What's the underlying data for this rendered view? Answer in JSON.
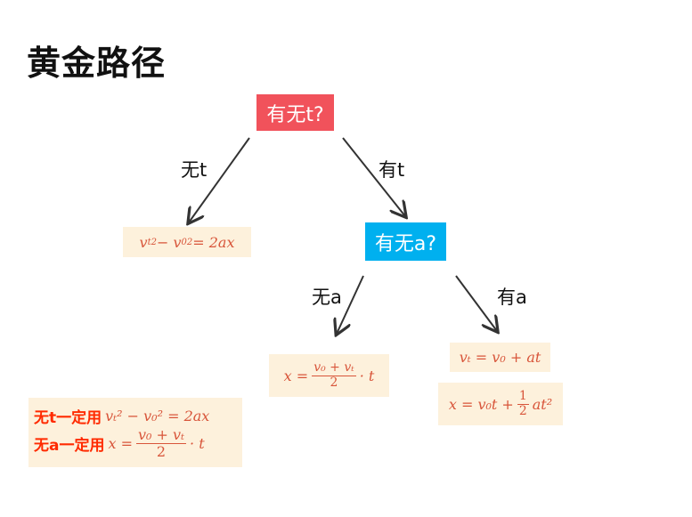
{
  "title": "黄金路径",
  "nodes": {
    "root": "有无t?",
    "second": "有无a?"
  },
  "edges": {
    "no_t": "无t",
    "has_t": "有t",
    "no_a": "无a",
    "has_a": "有a"
  },
  "formulas": {
    "no_t": {
      "lhs": "v",
      "s1": "t",
      "p1": "2",
      "mid": " − v",
      "s2": "0",
      "p2": "2",
      "rhs": " = 2ax"
    },
    "no_a": {
      "lhs": "x = ",
      "num": "v₀ + vₜ",
      "den": "2",
      "tail": "· t"
    },
    "has_a_1": "vₜ = v₀ + at",
    "has_a_2": {
      "lhs": "x = v₀t + ",
      "num": "1",
      "den": "2",
      "tail": "at²"
    }
  },
  "summary": {
    "rule1_label": "无t一定用",
    "rule1_formula": "vₜ² − v₀² = 2ax",
    "rule2_label": "无a一定用",
    "rule2_lhs": "x = ",
    "rule2_num": "v₀ + vₜ",
    "rule2_den": "2",
    "rule2_tail": "· t"
  },
  "colors": {
    "root": "#f1525b",
    "second": "#00b0ef",
    "formula_bg": "#fdf1dc",
    "formula_text": "#d8553a",
    "rule_text": "#ff2a00"
  }
}
